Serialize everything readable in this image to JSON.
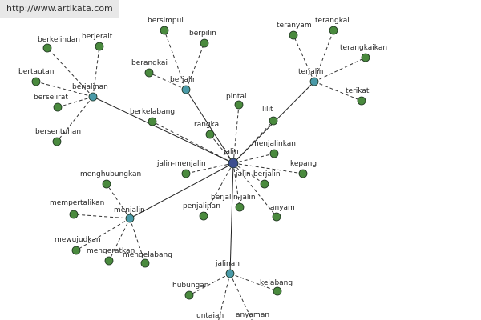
{
  "watermark": "http://www.artikata.com",
  "colors": {
    "background": "#ffffff",
    "center_node": "#3d4f8f",
    "hub_node": "#4a9aa8",
    "leaf_node": "#4a8a3e",
    "node_stroke": "#1e3320",
    "solid_edge": "#222222",
    "dashed_edge": "#333333"
  },
  "nodes": {
    "jalin": "jalin",
    "berjalinan": "berjalinan",
    "berjalin": "berjalin",
    "terjalin": "terjalin",
    "menjalin": "menjalin",
    "jalinan": "jalinan",
    "berkelindan": "berkelindan",
    "berjerait": "berjerait",
    "bertautan": "bertautan",
    "berselirat": "berselirat",
    "bersentuhan": "bersentuhan",
    "bersimpul": "bersimpul",
    "berpilin": "berpilin",
    "berangkai": "berangkai",
    "teranyam": "teranyam",
    "terangkai": "terangkai",
    "terangkaikan": "terangkaikan",
    "terikat": "terikat",
    "menghubungkan": "menghubungkan",
    "mempertalikan": "mempertalikan",
    "mewujudkan": "mewujudkan",
    "mengeratkan": "mengeratkan",
    "mengelabang": "mengelabang",
    "hubungan": "hubungan",
    "kelabang": "kelabang",
    "untaian": "untaian",
    "anyaman": "anyaman",
    "pintal": "pintal",
    "lilit": "lilit",
    "berkelabang": "berkelabang",
    "rangkai": "rangkai",
    "menjalinkan": "menjalinkan",
    "jalin_menjalin": "jalin-menjalin",
    "kepang": "kepang",
    "jalin_berjalin": "jalin-berjalin",
    "anyam": "anyam",
    "berjalin_jalin": "berjalin-jalin",
    "penjalinan": "penjalinan"
  }
}
